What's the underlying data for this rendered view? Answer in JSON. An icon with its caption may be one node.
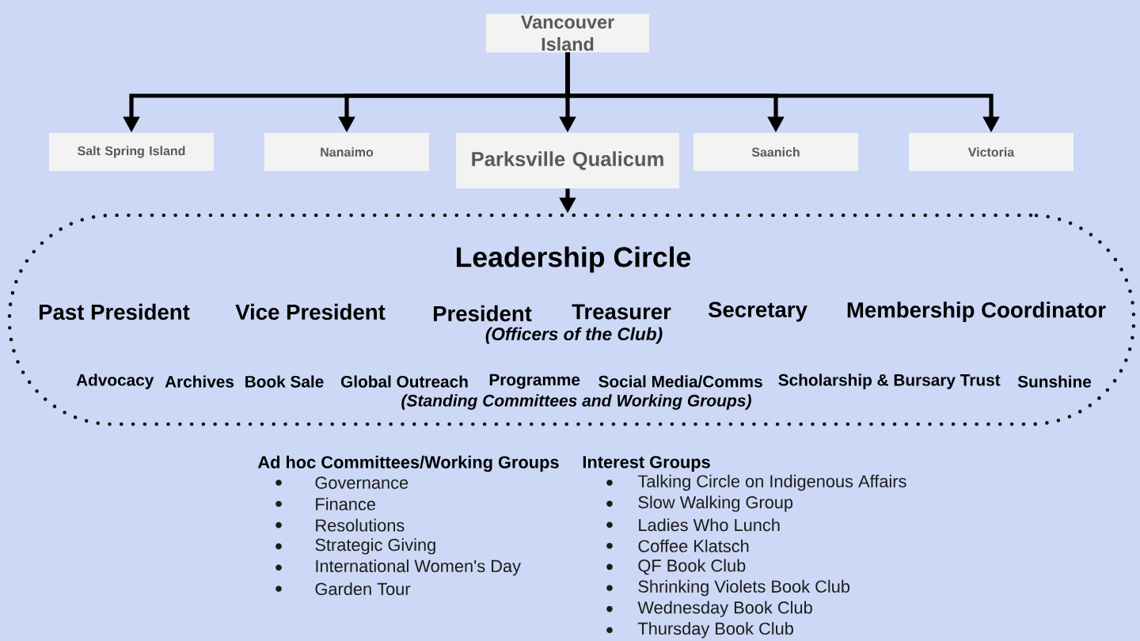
{
  "diagram": {
    "nodes": [
      {
        "text": [
          "Vancouver Island"
        ]
      },
      {
        "text": [
          "Salt Spring Island"
        ]
      },
      {
        "text": [
          "Nanaimo"
        ]
      },
      {
        "text": [
          "Parksville Qualicum"
        ]
      },
      {
        "text": [
          "Saanich"
        ]
      },
      {
        "text": [
          "Victoria"
        ]
      },
      {
        "text": [
          "Leadership Circle",
          "Past President",
          "Vice President",
          "President",
          "Treasurer",
          "Secretary",
          "Membership Coordinator",
          "(Officers of the Club)",
          "Advocacy",
          "Archives",
          "Book Sale",
          "Global Outreach",
          "Programme",
          "Social Media/Comms",
          "Scholarship & Bursary Trust",
          "Sunshine",
          "(Standing Committees and Working Groups)"
        ]
      }
    ],
    "edges": [
      {
        "from": 0,
        "to": 1,
        "arrow": "to"
      },
      {
        "from": 0,
        "to": 2,
        "arrow": "to"
      },
      {
        "from": 0,
        "to": 3,
        "arrow": "to"
      },
      {
        "from": 0,
        "to": 4,
        "arrow": "to"
      },
      {
        "from": 0,
        "to": 5,
        "arrow": "to"
      },
      {
        "from": 3,
        "to": 6,
        "arrow": "to"
      }
    ],
    "labels": [
      "Ad hoc Committees/Working Groups",
      "Governance",
      "Finance",
      "Resolutions",
      "Strategic Giving",
      "International Women's Day",
      "Garden Tour",
      "Interest Groups",
      "Talking Circle on Indigenous Affairs",
      "Slow Walking Group",
      "Ladies Who Lunch",
      "Coffee Klatsch",
      "QF Book Club",
      "Shrinking Violets Book Club",
      "Wednesday Book Club",
      "Thursday Book Club"
    ]
  }
}
